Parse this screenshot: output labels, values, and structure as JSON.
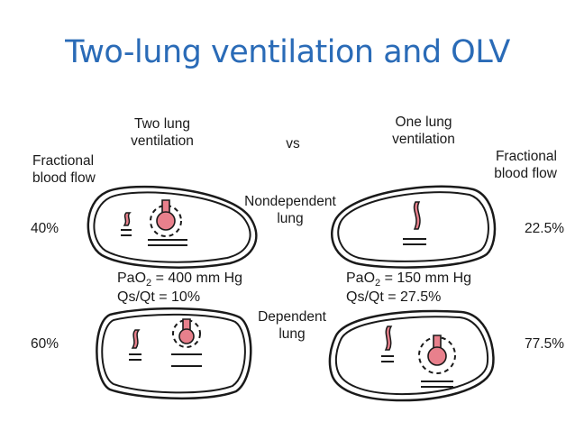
{
  "title": "Two-lung ventilation and OLV",
  "labels": {
    "two_lung_line1": "Two lung",
    "two_lung_line2": "ventilation",
    "vs": "vs",
    "one_lung_line1": "One lung",
    "one_lung_line2": "ventilation",
    "fractional_left_line1": "Fractional",
    "fractional_left_line2": "blood flow",
    "fractional_right_line1": "Fractional",
    "fractional_right_line2": "blood flow",
    "nondependent_line1": "Nondependent",
    "nondependent_line2": "lung",
    "dependent_line1": "Dependent",
    "dependent_line2": "lung"
  },
  "two_lung": {
    "nondependent_flow": "40%",
    "dependent_flow": "60%",
    "pao2_prefix": "PaO",
    "pao2_sub": "2",
    "pao2_value": " = 400 mm Hg",
    "qsqt": "Qs/Qt = 10%"
  },
  "one_lung": {
    "nondependent_flow": "22.5%",
    "dependent_flow": "77.5%",
    "pao2_prefix": "PaO",
    "pao2_sub": "2",
    "pao2_value": " = 150 mm Hg",
    "qsqt": "Qs/Qt = 27.5%"
  },
  "colors": {
    "title": "#2a6bb7",
    "vessel_fill": "#e8808c",
    "outline": "#1a1a1a"
  }
}
